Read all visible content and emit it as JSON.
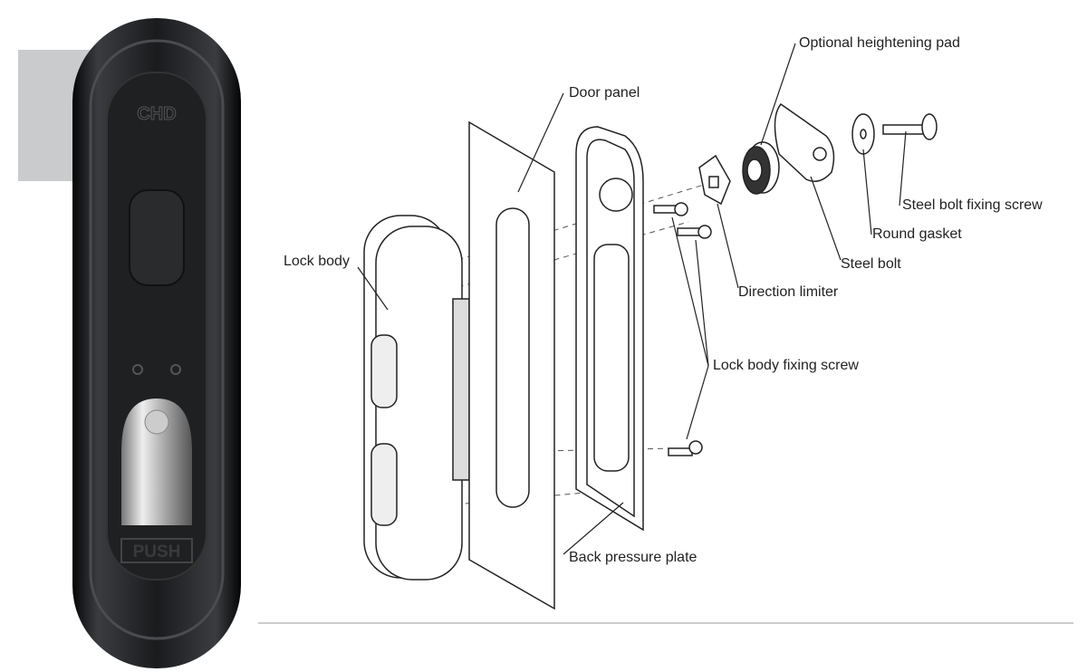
{
  "product": {
    "logo_text": "CHD",
    "push_label": "PUSH",
    "body_color": "#141414",
    "tab_color": "#c9cbcd"
  },
  "labels": {
    "optional_pad": "Optional heightening pad",
    "door_panel": "Door panel",
    "lock_body": "Lock body",
    "steel_bolt_screw": "Steel bolt fixing screw",
    "round_gasket": "Round gasket",
    "steel_bolt": "Steel bolt",
    "direction_limiter": "Direction limiter",
    "lock_body_screw": "Lock body fixing screw",
    "back_plate": "Back pressure plate"
  }
}
